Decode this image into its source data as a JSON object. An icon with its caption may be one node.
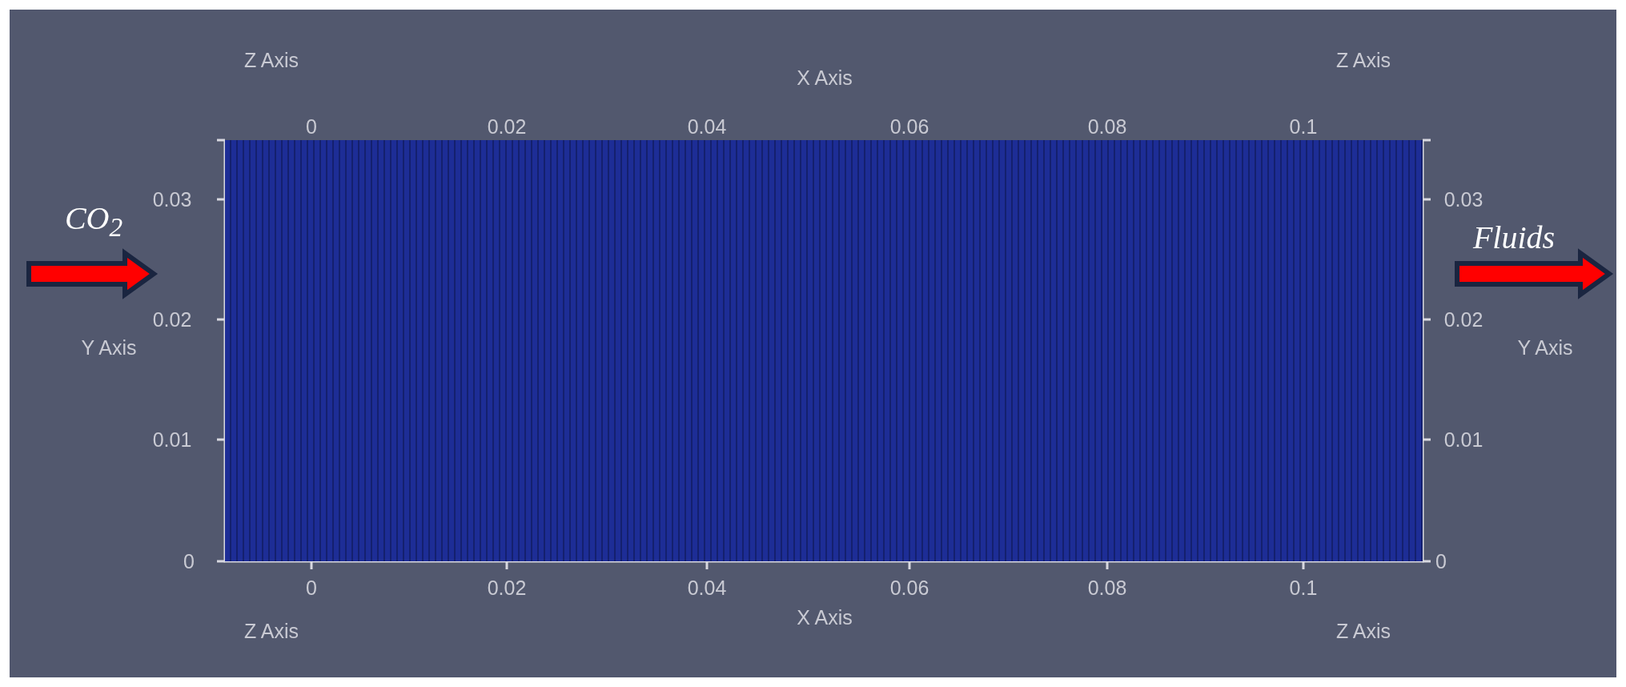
{
  "diagram": {
    "nodes": [
      {
        "text": [],
        "shape": "box"
      }
    ],
    "labels": [
      "Z Axis",
      "Z Axis",
      "X Axis",
      "0",
      "0.02",
      "0.04",
      "0.06",
      "0.08",
      "0.1",
      "0.03",
      "0.03",
      "CO$_{2}$",
      "Fluids",
      "0.02",
      "0.02",
      "Y Axis",
      "Y Axis",
      "0.01",
      "0.01",
      "0",
      "0",
      "0",
      "0.02",
      "0.04",
      "0.06",
      "0.08",
      "0.1",
      "X Axis",
      "Z Axis",
      "Z Axis"
    ]
  }
}
